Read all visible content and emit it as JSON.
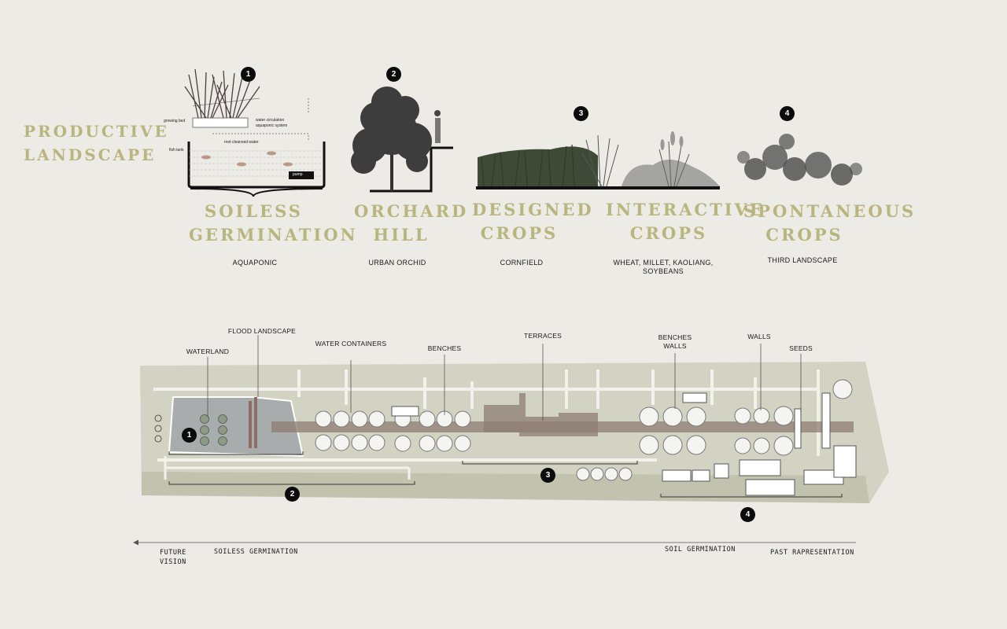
{
  "title": {
    "line1": "PRODUCTIVE",
    "line2": "LANDSCAPE"
  },
  "categories": [
    {
      "num": "1",
      "head1": "SOILESS",
      "head2": "GERMINATION",
      "sub": "AQUAPONIC"
    },
    {
      "num": "2",
      "head1": "ORCHARD",
      "head2": "HILL",
      "sub": "URBAN ORCHID"
    },
    {
      "num": "3",
      "head1": "DESIGNED",
      "head2": "CROPS",
      "sub": "CORNFIELD"
    },
    {
      "num": "",
      "head1": "INTERACTIVE",
      "head2": "CROPS",
      "sub1": "WHEAT, MILLET, KAOLIANG,",
      "sub2": "SOYBEANS"
    },
    {
      "num": "4",
      "head1": "SPONTANEOUS",
      "head2": "CROPS",
      "sub": "THIRD LANDSCAPE"
    }
  ],
  "aquaponic_labels": {
    "growing_bed": "growing bed",
    "water_circ1": "water circulation",
    "water_circ2": "aquaponic system",
    "fish_tank": "fish tank",
    "root": "root cleansed water",
    "pump": "pump"
  },
  "plan_labels": {
    "flood": "FLOOD LANDSCAPE",
    "waterland": "WATERLAND",
    "water_containers": "WATER CONTAINERS",
    "benches": "BENCHES",
    "terraces": "TERRACES",
    "benches_walls1": "BENCHES",
    "benches_walls2": "WALLS",
    "walls": "WALLS",
    "seeds": "SEEDS"
  },
  "plan_badges": {
    "b1": "1",
    "b2": "2",
    "b3": "3",
    "b4": "4"
  },
  "timeline": {
    "future1": "FUTURE",
    "future2": "VISION",
    "soiless": "SOILESS GERMINATION",
    "soil": "SOIL GERMINATION",
    "past": "PAST RAPRESENTATION"
  },
  "colors": {
    "background": "#ecebe6",
    "heading": "#b9b57f",
    "ink": "#111111"
  }
}
